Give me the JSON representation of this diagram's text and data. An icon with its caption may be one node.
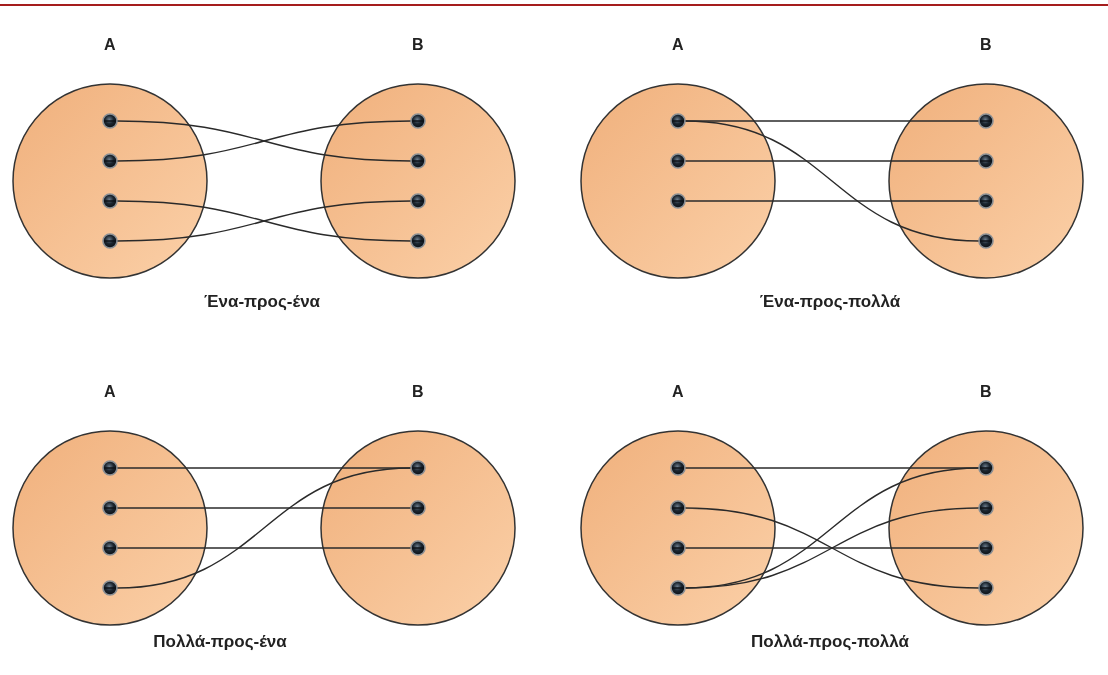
{
  "diagram": {
    "nodes": [
      {
        "text": [
          "A"
        ]
      },
      {
        "text": [],
        "shape": "circle",
        "in": 0
      },
      {
        "text": [],
        "shape": "circle",
        "in": 0
      },
      {
        "text": [],
        "shape": "circle",
        "in": 0
      },
      {
        "text": [],
        "shape": "circle",
        "in": 0
      },
      {
        "text": [
          "B"
        ]
      },
      {
        "text": [],
        "shape": "circle",
        "in": 5
      },
      {
        "text": [],
        "shape": "circle",
        "in": 5
      },
      {
        "text": [],
        "shape": "circle",
        "in": 5
      },
      {
        "text": [],
        "shape": "circle",
        "in": 5
      },
      {
        "text": [
          "A"
        ]
      },
      {
        "text": [],
        "shape": "circle",
        "in": 10
      },
      {
        "text": [],
        "shape": "circle",
        "in": 10
      },
      {
        "text": [],
        "shape": "circle",
        "in": 10
      },
      {
        "text": [
          "B"
        ]
      },
      {
        "text": [],
        "shape": "circle",
        "in": 14
      },
      {
        "text": [],
        "shape": "circle",
        "in": 14
      },
      {
        "text": [],
        "shape": "circle",
        "in": 14
      },
      {
        "text": [],
        "shape": "circle",
        "in": 14
      },
      {
        "text": [
          "A"
        ]
      },
      {
        "text": [],
        "shape": "circle",
        "in": 19
      },
      {
        "text": [],
        "shape": "circle",
        "in": 19
      },
      {
        "text": [],
        "shape": "circle",
        "in": 19
      },
      {
        "text": [],
        "shape": "circle",
        "in": 19
      },
      {
        "text": [
          "B"
        ]
      },
      {
        "text": [],
        "shape": "circle",
        "in": 24
      },
      {
        "text": [],
        "shape": "circle",
        "in": 24
      },
      {
        "text": [],
        "shape": "circle",
        "in": 24
      },
      {
        "text": [
          "A"
        ]
      },
      {
        "text": [],
        "shape": "circle",
        "in": 28
      },
      {
        "text": [],
        "shape": "circle",
        "in": 28
      },
      {
        "text": [],
        "shape": "circle",
        "in": 28
      },
      {
        "text": [],
        "shape": "circle",
        "in": 28
      },
      {
        "text": [
          "B"
        ]
      },
      {
        "text": [],
        "shape": "circle",
        "in": 33
      },
      {
        "text": [],
        "shape": "circle",
        "in": 33
      },
      {
        "text": [],
        "shape": "circle",
        "in": 33
      },
      {
        "text": [],
        "shape": "circle",
        "in": 33
      }
    ],
    "edges": [
      {
        "from": 1,
        "to": 7,
        "arrow": "none"
      },
      {
        "from": 2,
        "to": 6,
        "arrow": "none"
      },
      {
        "from": 3,
        "to": 9,
        "arrow": "none"
      },
      {
        "from": 4,
        "to": 8,
        "arrow": "none"
      },
      {
        "from": 11,
        "to": 15,
        "arrow": "none"
      },
      {
        "from": 11,
        "to": 18,
        "arrow": "none"
      },
      {
        "from": 12,
        "to": 16,
        "arrow": "none"
      },
      {
        "from": 13,
        "to": 17,
        "arrow": "none"
      },
      {
        "from": 20,
        "to": 25,
        "arrow": "none"
      },
      {
        "from": 21,
        "to": 26,
        "arrow": "none"
      },
      {
        "from": 22,
        "to": 27,
        "arrow": "none"
      },
      {
        "from": 23,
        "to": 25,
        "arrow": "none"
      },
      {
        "from": 29,
        "to": 34,
        "arrow": "none"
      },
      {
        "from": 30,
        "to": 37,
        "arrow": "none"
      },
      {
        "from": 31,
        "to": 36,
        "arrow": "none"
      },
      {
        "from": 32,
        "to": 34,
        "arrow": "none"
      },
      {
        "from": 32,
        "to": 35,
        "arrow": "none"
      }
    ],
    "labels": [
      "Ένα-προς-ένα",
      "Ένα-προς-πολλά",
      "Πολλά-προς-ένα",
      "Πολλά-προς-πολλά"
    ]
  }
}
